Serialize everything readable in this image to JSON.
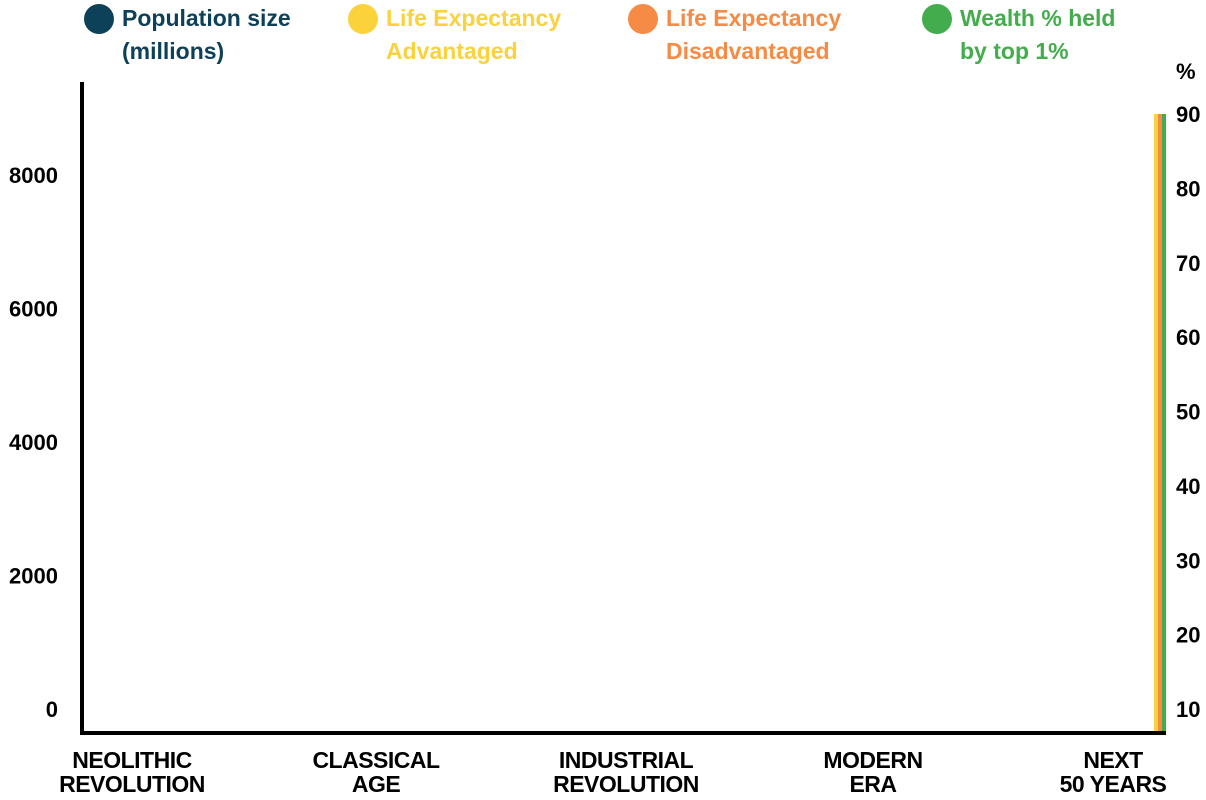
{
  "legend": [
    {
      "label_line1": "Population size",
      "label_line2": "(millions)",
      "color": "#0d4059"
    },
    {
      "label_line1": "Life Expectancy",
      "label_line2": "Advantaged",
      "color": "#fbd23c"
    },
    {
      "label_line1": "Life Expectancy",
      "label_line2": "Disadvantaged",
      "color": "#f68b45"
    },
    {
      "label_line1": "Wealth % held",
      "label_line2": "by top 1%",
      "color": "#43ad4d"
    }
  ],
  "chart_data": {
    "type": "bar",
    "categories": [
      [
        "NEOLITHIC",
        "REVOLUTION"
      ],
      [
        "CLASSICAL",
        "AGE"
      ],
      [
        "INDUSTRIAL",
        "REVOLUTION"
      ],
      [
        "MODERN",
        "ERA"
      ],
      [
        "NEXT",
        "50 YEARS"
      ]
    ],
    "left_axis": {
      "ticks": [
        0,
        2000,
        4000,
        6000,
        8000
      ],
      "range": [
        0,
        9000
      ]
    },
    "right_axis": {
      "unit_label": "%",
      "ticks": [
        10,
        20,
        30,
        40,
        50,
        60,
        70,
        80,
        90
      ],
      "range": [
        7.5,
        90
      ]
    },
    "series": [
      {
        "name": "Population size (millions)",
        "color": "#0d4059",
        "axis": "left",
        "values": [
          null,
          null,
          null,
          null,
          null
        ]
      },
      {
        "name": "Life Expectancy Advantaged",
        "color": "#fbd23c",
        "axis": "right",
        "values": [
          null,
          null,
          null,
          null,
          90
        ]
      },
      {
        "name": "Life Expectancy Disadvantaged",
        "color": "#f68b45",
        "axis": "right",
        "values": [
          null,
          null,
          null,
          null,
          90
        ]
      },
      {
        "name": "Wealth % held by top 1%",
        "color": "#43ad4d",
        "axis": "right",
        "values": [
          null,
          null,
          null,
          null,
          90
        ]
      }
    ],
    "grid": false,
    "legend_position": "top"
  }
}
